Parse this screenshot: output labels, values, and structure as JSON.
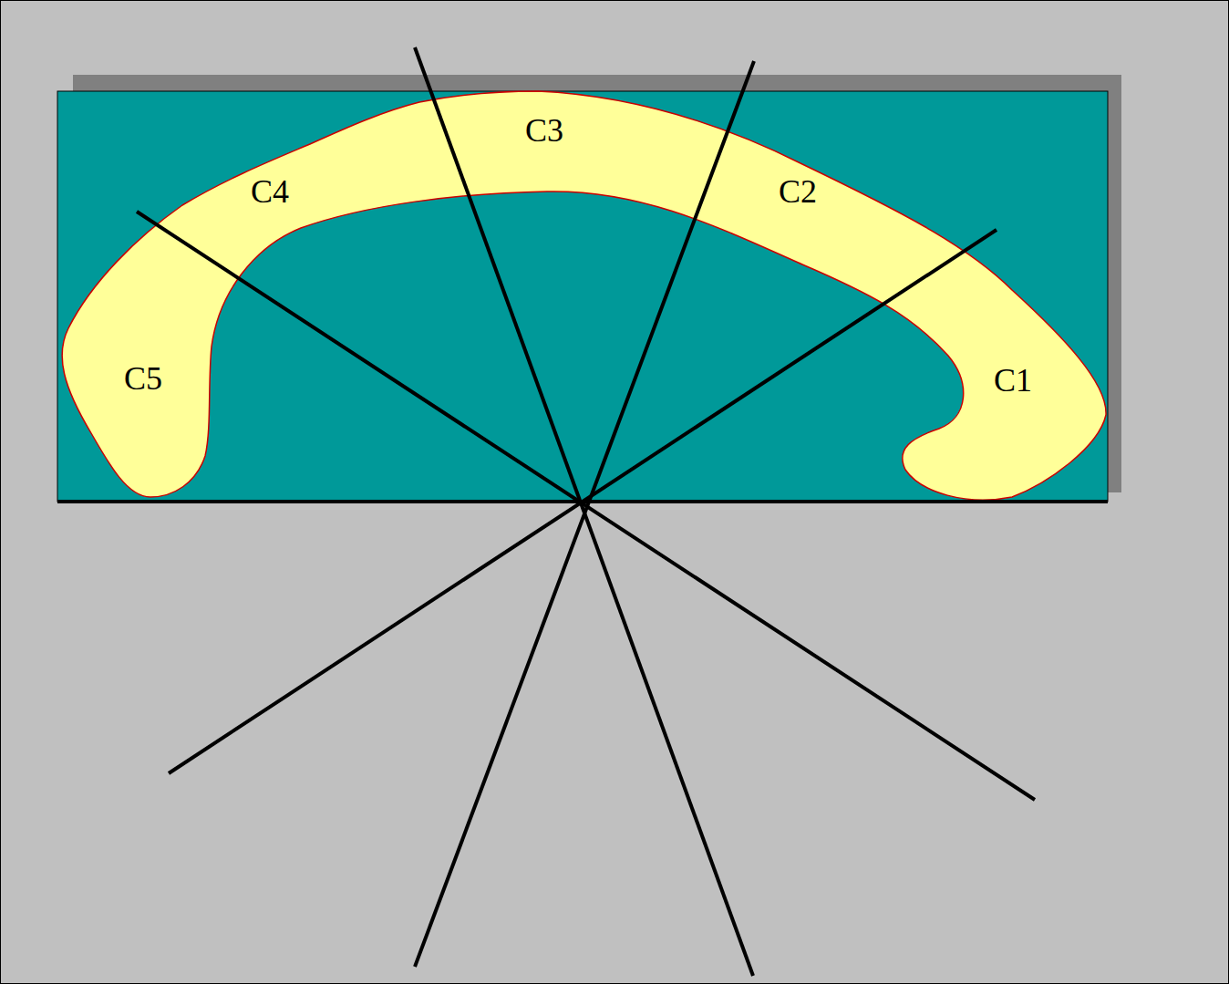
{
  "diagram": {
    "labels": [
      "C3",
      "C4",
      "C2",
      "C5",
      "C1"
    ]
  }
}
